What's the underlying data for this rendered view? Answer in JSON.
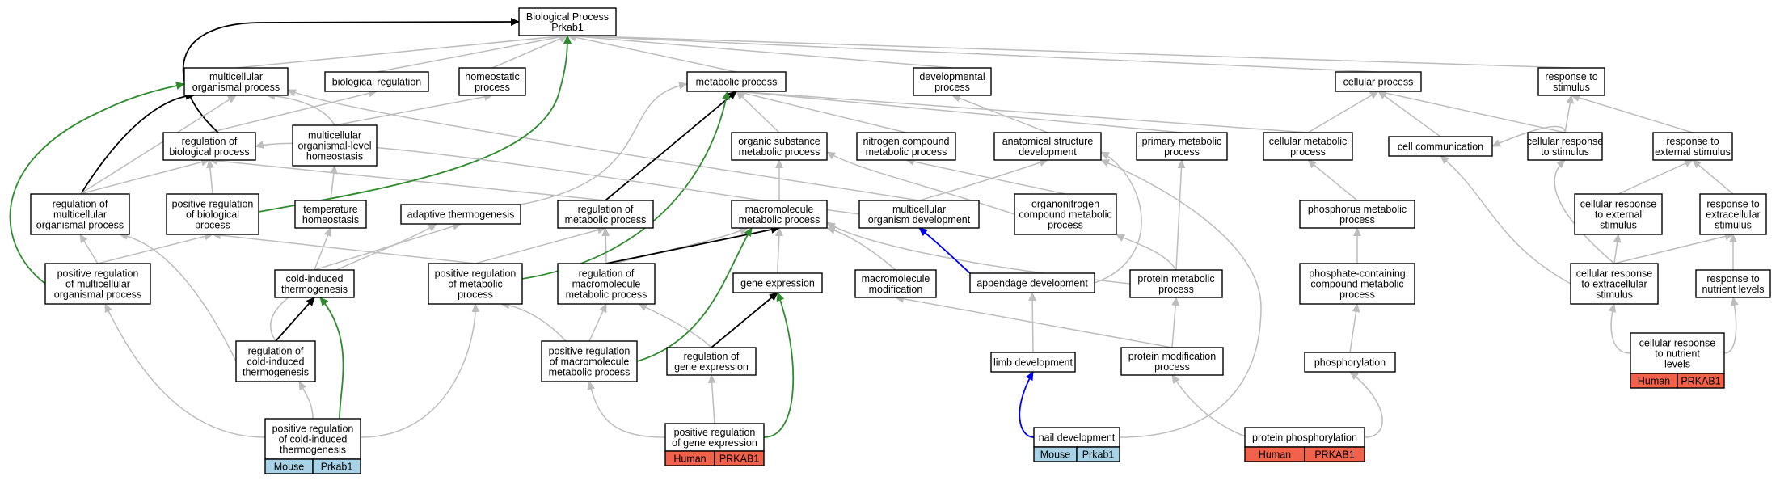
{
  "nodes": {
    "bp": [
      "Biological Process",
      "Prkab1"
    ],
    "mop": [
      "multicellular",
      "organismal process"
    ],
    "breg": [
      "biological regulation"
    ],
    "homeo": [
      "homeostatic",
      "process"
    ],
    "metab": [
      "metabolic process"
    ],
    "dev": [
      "developmental",
      "process"
    ],
    "cellp": [
      "cellular process"
    ],
    "resp": [
      "response to",
      "stimulus"
    ],
    "rbp": [
      "regulation of",
      "biological process"
    ],
    "molh": [
      "multicellular",
      "organismal-level",
      "homeostasis"
    ],
    "osmp": [
      "organic substance",
      "metabolic process"
    ],
    "ncmp": [
      "nitrogen compound",
      "metabolic process"
    ],
    "asd": [
      "anatomical structure",
      "development"
    ],
    "pmp": [
      "primary metabolic",
      "process"
    ],
    "cmp": [
      "cellular metabolic",
      "process"
    ],
    "cc": [
      "cell communication"
    ],
    "crs": [
      "cellular response",
      "to stimulus"
    ],
    "res": [
      "response to",
      "external stimulus"
    ],
    "rmop": [
      "regulation of",
      "multicellular",
      "organismal process"
    ],
    "prbp": [
      "positive regulation",
      "of biological",
      "process"
    ],
    "th": [
      "temperature",
      "homeostasis"
    ],
    "at": [
      "adaptive thermogenesis"
    ],
    "rmp": [
      "regulation of",
      "metabolic process"
    ],
    "mmp": [
      "macromolecule",
      "metabolic process"
    ],
    "mod": [
      "multicellular",
      "organism development"
    ],
    "ocmp": [
      "organonitrogen",
      "compound metabolic",
      "process"
    ],
    "phmp": [
      "phosphorus metabolic",
      "process"
    ],
    "cres": [
      "cellular response",
      "to external",
      "stimulus"
    ],
    "rtes": [
      "response to",
      "extracellular",
      "stimulus"
    ],
    "prmop": [
      "positive regulation",
      "of multicellular",
      "organismal process"
    ],
    "cit": [
      "cold-induced",
      "thermogenesis"
    ],
    "prmp": [
      "positive regulation",
      "of metabolic",
      "process"
    ],
    "rmmp": [
      "regulation of",
      "macromolecule",
      "metabolic process"
    ],
    "ge": [
      "gene expression"
    ],
    "mm": [
      "macromolecule",
      "modification"
    ],
    "ad": [
      "appendage development"
    ],
    "prmet": [
      "protein metabolic",
      "process"
    ],
    "pccmp": [
      "phosphate-containing",
      "compound metabolic",
      "process"
    ],
    "cres2": [
      "cellular response",
      "to extracellular",
      "stimulus"
    ],
    "rnl": [
      "response to",
      "nutrient levels"
    ],
    "rcit": [
      "regulation of",
      "cold-induced",
      "thermogenesis"
    ],
    "prmmp": [
      "positive regulation",
      "of macromolecule",
      "metabolic process"
    ],
    "rge": [
      "regulation of",
      "gene expression"
    ],
    "ld": [
      "limb development"
    ],
    "pmodp": [
      "protein modification",
      "process"
    ],
    "phos": [
      "phosphorylation"
    ],
    "crnl": [
      "cellular response",
      "to nutrient",
      "levels"
    ],
    "prcit": [
      "positive regulation",
      "of cold-induced",
      "thermogenesis"
    ],
    "prge": [
      "positive regulation",
      "of gene expression"
    ],
    "nd": [
      "nail development"
    ],
    "pp": [
      "protein phosphorylation"
    ]
  },
  "tags": {
    "crnl": [
      "Human",
      "PRKAB1"
    ],
    "prcit": [
      "Mouse",
      "Prkab1"
    ],
    "prge": [
      "Human",
      "PRKAB1"
    ],
    "nd": [
      "Mouse",
      "Prkab1"
    ],
    "pp": [
      "Human",
      "PRKAB1"
    ]
  },
  "colors": {
    "edge_default": "#bdbdbd",
    "edge_black": "#000000",
    "edge_green": "#2e8b2e",
    "edge_blue": "#0000ee",
    "tag_human": "#f2614a",
    "tag_mouse": "#a8d3e6"
  }
}
